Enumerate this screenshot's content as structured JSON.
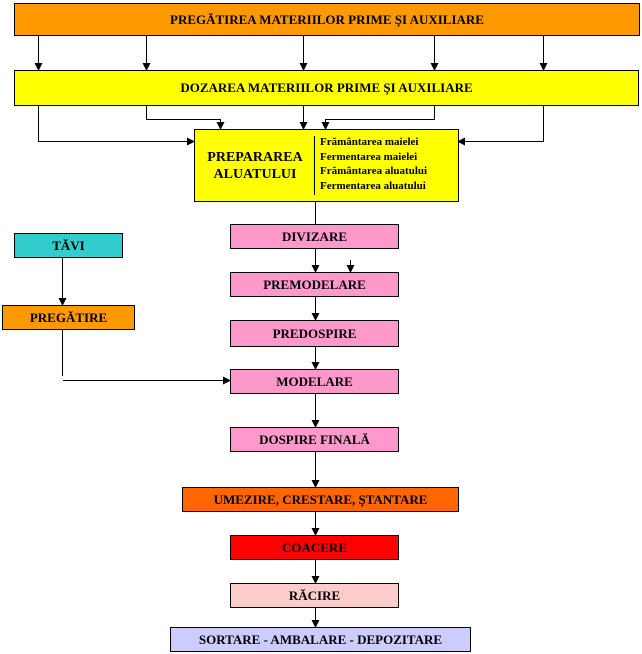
{
  "steps": {
    "pregatire_materii": "PREGĂTIREA MATERIILOR PRIME ŞI AUXILIARE",
    "dozare": "DOZAREA MATERIILOR PRIME ŞI AUXILIARE",
    "preparare": "PREPARAREA ALUATULUI",
    "preparare_substeps": [
      "Frământarea maielei",
      "Fermentarea maielei",
      "Frământarea aluatului",
      "Fermentarea aluatului"
    ],
    "divizare": "DIVIZARE",
    "premodelare": "PREMODELARE",
    "predospire": "PREDOSPIRE",
    "modelare": "MODELARE",
    "dospire_finala": "DOSPIRE FINALĂ",
    "umezire": "UMEZIRE, CRESTARE, ŞTANTARE",
    "coacere": "COACERE",
    "racire": "RĂCIRE",
    "sortare": "SORTARE - AMBALARE - DEPOZITARE",
    "tavi": "TĂVI",
    "pregatire_tavi": "PREGĂTIRE"
  },
  "colors": {
    "orange": "#FF9900",
    "yellow": "#FFFF00",
    "pink": "#FF99CC",
    "teal": "#33CCCC",
    "dark_orange": "#FF6600",
    "red": "#FF0000",
    "light_pink": "#FFCCCC",
    "lavender": "#CCCCFF"
  }
}
